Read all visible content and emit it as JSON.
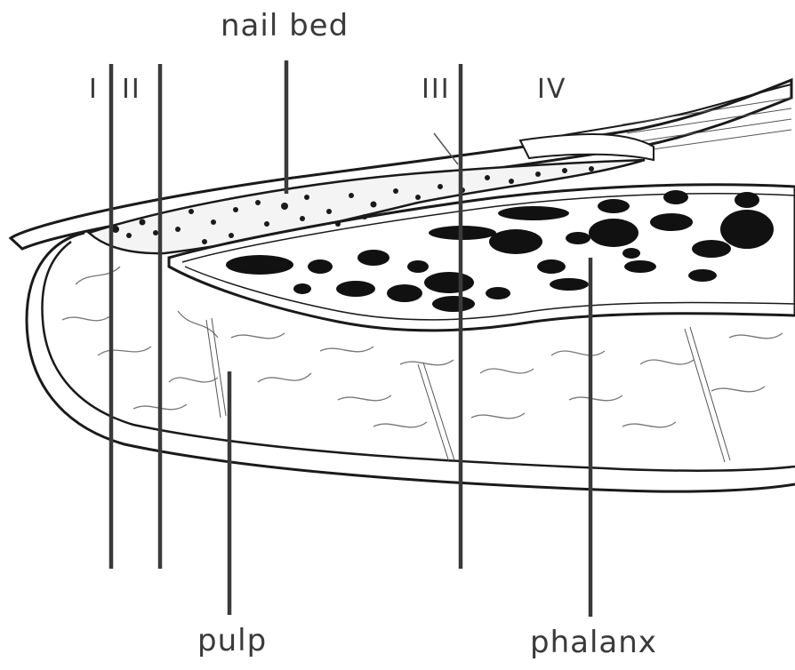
{
  "labels": {
    "nail_bed": "nail bed",
    "pulp": "pulp",
    "phalanx": "phalanx",
    "zone_1": "I",
    "zone_2": "II",
    "zone_3": "III",
    "zone_4": "IV"
  },
  "colors": {
    "ink": "#1a1a1a",
    "leader": "#3a3a3a",
    "bone_marrow": "#111111",
    "background": "#ffffff"
  }
}
